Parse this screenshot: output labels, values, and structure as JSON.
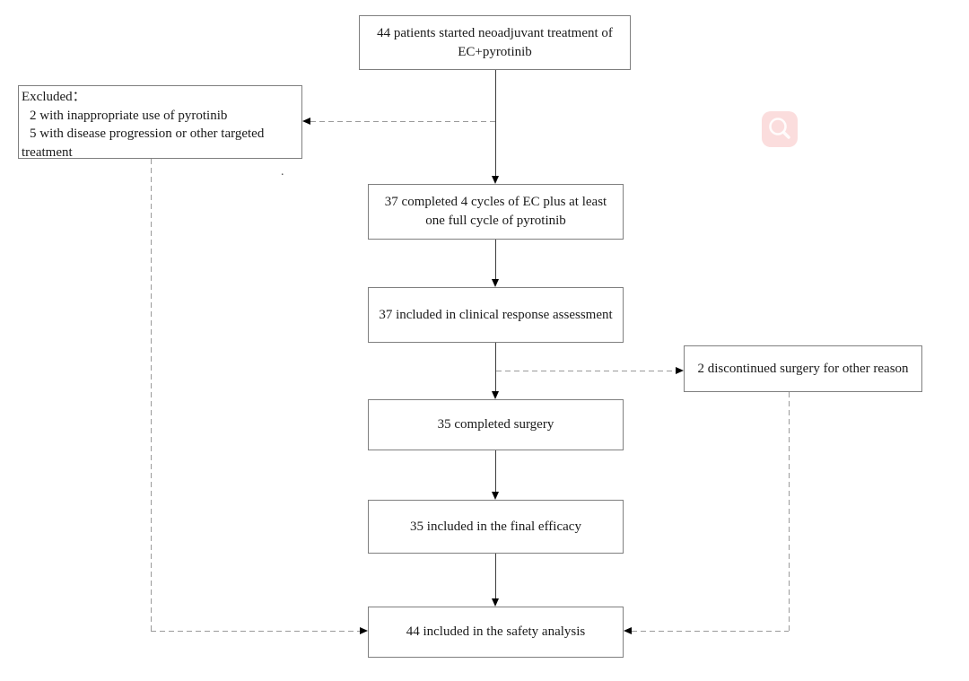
{
  "diagram": {
    "nodes": {
      "start": "44 patients started neoadjuvant treatment of EC+pyrotinib",
      "excluded_header": "Excluded：",
      "excluded_item1": "2 with inappropriate use of pyrotinib",
      "excluded_item2": "5 with disease progression or other targeted treatment",
      "cycles": "37 completed 4 cycles of EC plus at least one full cycle of pyrotinib",
      "clinical": "37 included in clinical response assessment",
      "discontinued": "2 discontinued surgery for other reason",
      "surgery": "35 completed surgery",
      "efficacy": "35 included in the final efficacy",
      "safety": "44 included in the safety analysis"
    },
    "artifact_dot": ".",
    "colors": {
      "box_border": "#7f7f7f",
      "text": "#1a1a1a",
      "solid_line": "#3d3d3d",
      "dashed_line": "#9a9a9a",
      "arrowhead": "#000000",
      "search_badge_bg": "#fbdddd"
    },
    "icons": {
      "overlay": "search-icon"
    }
  }
}
